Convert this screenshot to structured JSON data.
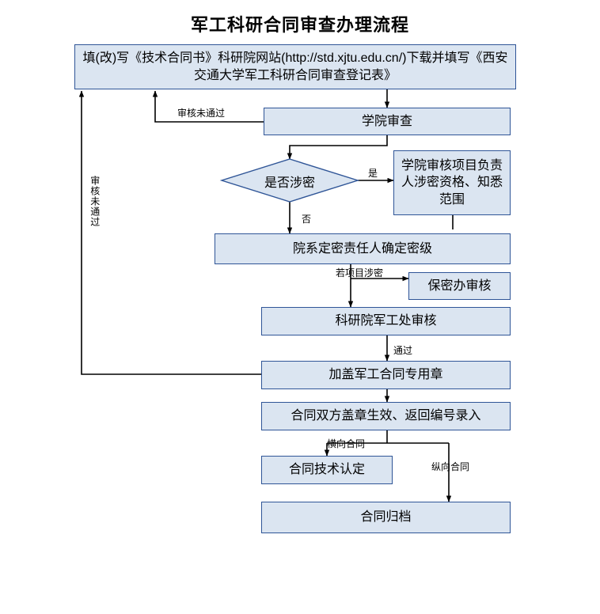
{
  "title": "军工科研合同审查办理流程",
  "colors": {
    "box_fill": "#dbe5f1",
    "box_border": "#2f5597",
    "line": "#000000",
    "text": "#000000"
  },
  "nodes": {
    "form_fill": "填(改)写《技术合同书》科研院网站(http://std.xjtu.edu.cn/)下载并填写《西安交通大学军工科研合同审查登记表》",
    "college_review": "学院审查",
    "is_secret": "是否涉密",
    "college_check_secret": "学院审核项目负责人涉密资格、知悉范围",
    "dept_set_level": "院系定密责任人确定密级",
    "security_office_review": "保密办审核",
    "research_institute_review": "科研院军工处审核",
    "stamp_contract": "加盖军工合同专用章",
    "both_sides_stamp": "合同双方盖章生效、返回编号录入",
    "tech_certification": "合同技术认定",
    "archive": "合同归档"
  },
  "edge_labels": {
    "review_failed": "审核未通过",
    "yes": "是",
    "no": "否",
    "if_project_secret": "若项目涉密",
    "passed": "通过",
    "horizontal_contract": "横向合同",
    "vertical_contract": "纵向合同",
    "review_failed_vertical": "审核未通过"
  }
}
